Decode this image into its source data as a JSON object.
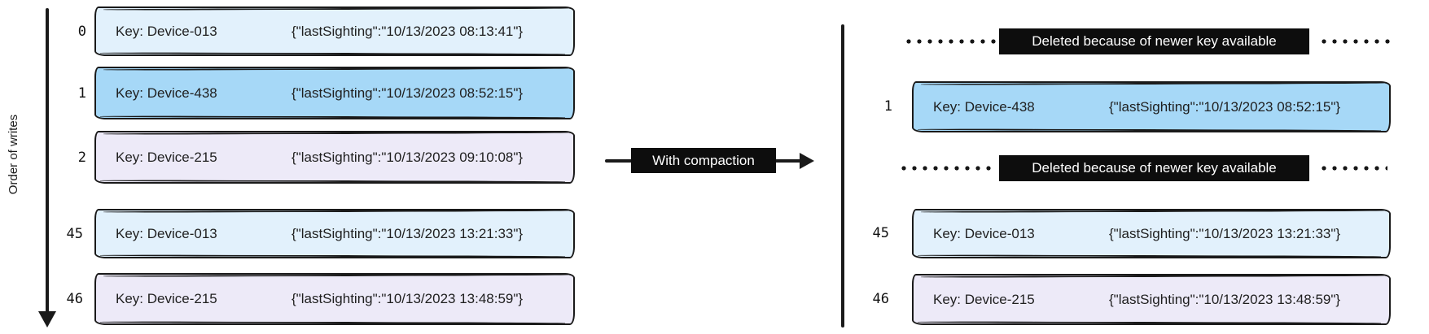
{
  "axis": {
    "label": "Order of writes"
  },
  "compaction_arrow": {
    "label": "With compaction"
  },
  "colors": {
    "ink": "#1a1a1a",
    "record_light_blue": "#e2f1fc",
    "record_blue": "#a6d8f7",
    "record_lavender": "#edeaf8",
    "flag_bg": "#0d0d0d",
    "flag_text": "#ffffff"
  },
  "left_log": {
    "rows": [
      {
        "offset": "0",
        "key": "Key: Device-013",
        "value": "{\"lastSighting\":\"10/13/2023 08:13:41\"}",
        "fill": "#e2f1fc"
      },
      {
        "offset": "1",
        "key": "Key: Device-438",
        "value": "{\"lastSighting\":\"10/13/2023 08:52:15\"}",
        "fill": "#a6d8f7"
      },
      {
        "offset": "2",
        "key": "Key: Device-215",
        "value": "{\"lastSighting\":\"10/13/2023 09:10:08\"}",
        "fill": "#edeaf8"
      },
      {
        "offset": "45",
        "key": "Key: Device-013",
        "value": "{\"lastSighting\":\"10/13/2023 13:21:33\"}",
        "fill": "#e2f1fc"
      },
      {
        "offset": "46",
        "key": "Key: Device-215",
        "value": "{\"lastSighting\":\"10/13/2023 13:48:59\"}",
        "fill": "#edeaf8"
      }
    ]
  },
  "right_log": {
    "deleted_rows": [
      {
        "label": "Deleted because of newer key available"
      },
      {
        "label": "Deleted because of newer key available"
      }
    ],
    "rows": [
      {
        "offset": "1",
        "key": "Key: Device-438",
        "value": "{\"lastSighting\":\"10/13/2023 08:52:15\"}",
        "fill": "#a6d8f7"
      },
      {
        "offset": "45",
        "key": "Key: Device-013",
        "value": "{\"lastSighting\":\"10/13/2023 13:21:33\"}",
        "fill": "#e2f1fc"
      },
      {
        "offset": "46",
        "key": "Key: Device-215",
        "value": "{\"lastSighting\":\"10/13/2023 13:48:59\"}",
        "fill": "#edeaf8"
      }
    ]
  }
}
